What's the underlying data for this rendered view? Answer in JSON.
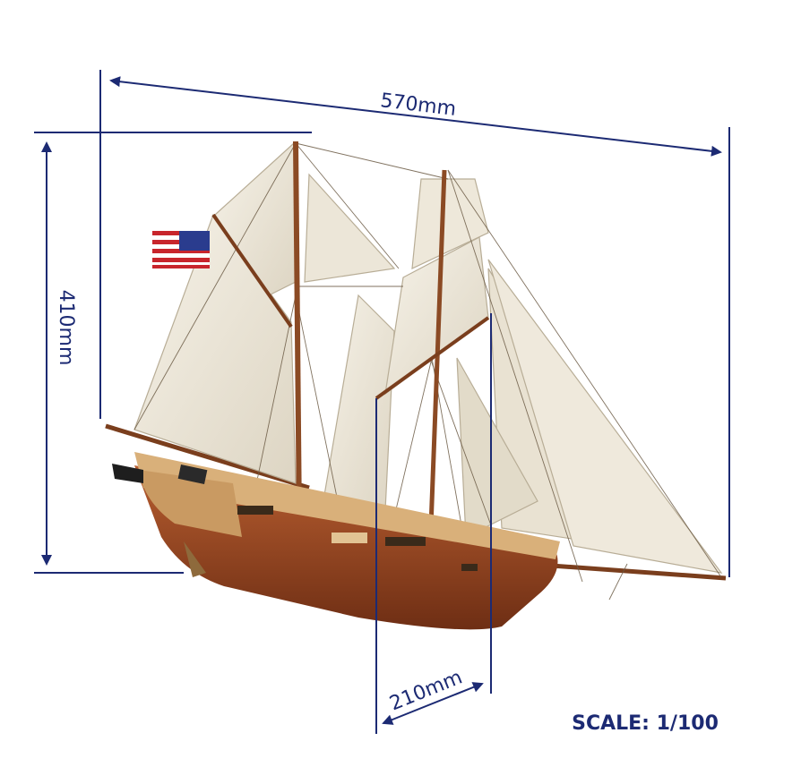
{
  "dimensions": {
    "length": "570mm",
    "height": "410mm",
    "beam": "210mm"
  },
  "scale_label": "SCALE: 1/100",
  "colors": {
    "dimension_line": "#1c2a73",
    "sail": "#efe9dc",
    "hull_dark": "#8a3f1f",
    "hull_light": "#d9b07a",
    "mast": "#8b4a24"
  },
  "flag": "us-flag-icon"
}
